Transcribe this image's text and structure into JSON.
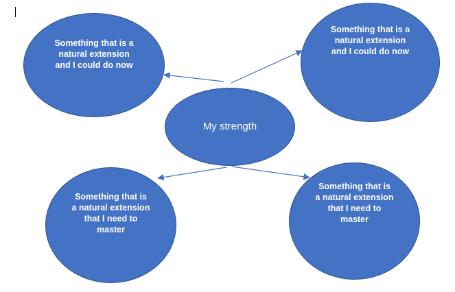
{
  "colors": {
    "node_fill": "#4472c4",
    "node_border": "#2f528f",
    "arrow": "#4472c4",
    "text": "#ffffff"
  },
  "center": {
    "label": "My strength"
  },
  "nodes": {
    "top_left": "Something that is a\nnatural extension\nand I could do now",
    "top_right": "Something that is a\nnatural extension\nand I could do now",
    "bottom_left": "Something that is\na natural extension\nthat I need to\nmaster",
    "bottom_right": "Something that is\na natural extension\nthat I need to\nmaster"
  }
}
